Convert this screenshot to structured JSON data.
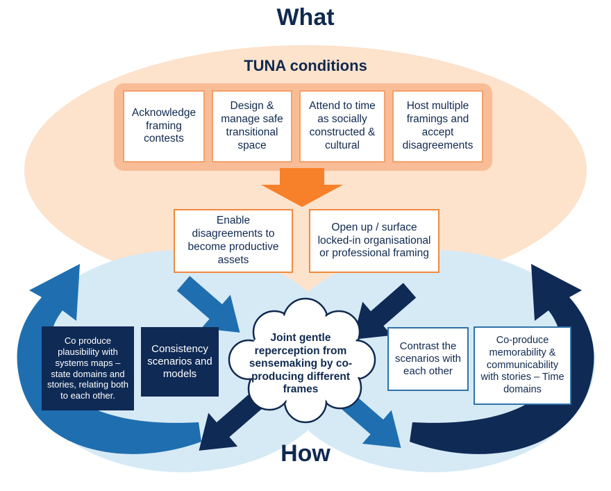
{
  "header": {
    "what": "What",
    "how": "How"
  },
  "tuna": {
    "title": "TUNA conditions",
    "conditions": [
      "Acknowledge framing contests",
      "Design & manage safe transitional space",
      "Attend to time as socially constructed & cultural",
      "Host multiple framings and accept disagreements"
    ]
  },
  "outcomes": [
    "Enable disagreements to become productive assets",
    "Open up / surface locked-in organisational or professional framing"
  ],
  "center": {
    "text": "Joint gentle reperception from sensemaking by co-producing different frames"
  },
  "left_practices": [
    "Co produce plausibility with systems maps – state domains and stories, relating both to each other.",
    "Consistency scenarios and models"
  ],
  "right_practices": [
    "Contrast the scenarios with each other",
    "Co-produce memorability & communicability with stories – Time domains"
  ],
  "colors": {
    "navy": "#10294f",
    "dark_box": "#0f2a55",
    "peach": "#fde2cc",
    "light_blue": "#d6eaf6",
    "orange": "#f7802a",
    "mid_blue": "#1f6fb0"
  }
}
